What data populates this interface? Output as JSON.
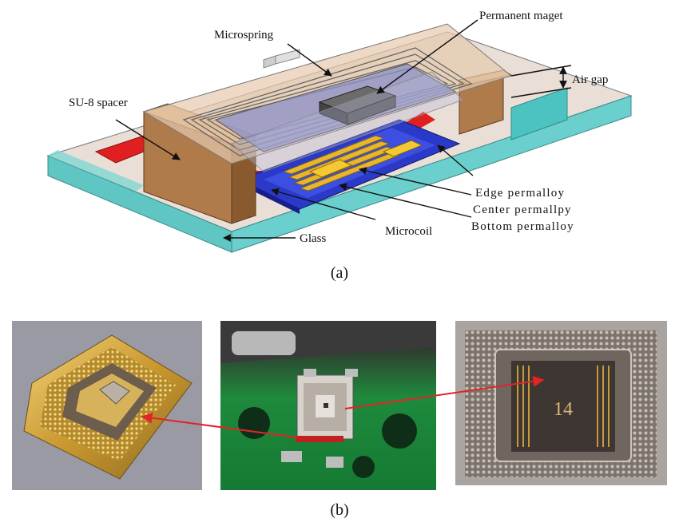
{
  "figure": {
    "panel_a": {
      "caption": "(a)",
      "labels": {
        "permanent_magnet": "Permanent maget",
        "microspring": "Microspring",
        "air_gap": "Air gap",
        "su8_spacer": "SU-8 spacer",
        "edge_permalloy": "Edge  permalloy",
        "center_permalloy": "Center permallpy",
        "bottom_permalloy": "Bottom permalloy",
        "microcoil": "Microcoil",
        "glass": "Glass"
      }
    },
    "panel_b": {
      "caption": "(b)",
      "chip_marking": "14"
    },
    "colors": {
      "glass": "#5fc6c4",
      "spacer": "#b07b4a",
      "magnet": "#555555",
      "microspring": "#8a8fc8",
      "red_pad": "#e02020",
      "coil": "#2a39c8",
      "gold": "#e8b62a",
      "pcb_green": "#1f8a3a",
      "arrow_red": "#e02626"
    }
  }
}
